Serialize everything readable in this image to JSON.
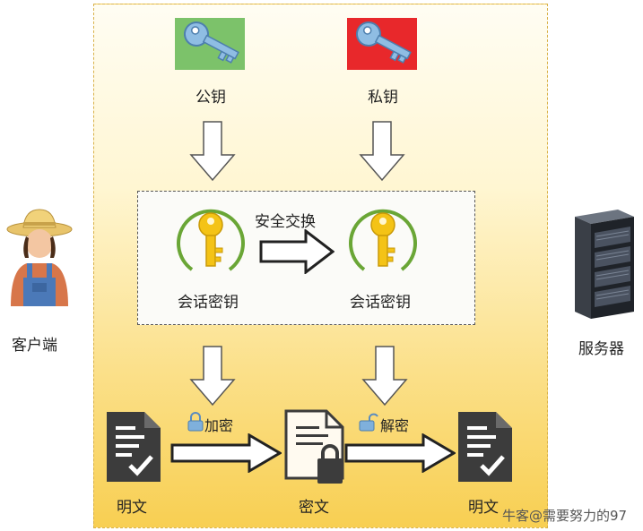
{
  "diagram": {
    "public_key_label": "公钥",
    "private_key_label": "私钥",
    "secure_exchange_label": "安全交换",
    "session_key_left_label": "会话密钥",
    "session_key_right_label": "会话密钥",
    "encrypt_label": "加密",
    "decrypt_label": "解密",
    "plaintext_left_label": "明文",
    "ciphertext_label": "密文",
    "plaintext_right_label": "明文",
    "client_label": "客户端",
    "server_label": "服务器",
    "watermark": "牛客@需要努力的97"
  },
  "colors": {
    "panel_top": "#fffdf3",
    "panel_bottom": "#f8cf52",
    "panel_border": "#d9b24a",
    "public_key_bg": "#7cc26a",
    "private_key_bg": "#e8282b",
    "key_blue": "#7fb0dc",
    "gold_key": "#f4c316",
    "ring_green": "#6aa636",
    "doc_dark": "#3c3c3c"
  }
}
